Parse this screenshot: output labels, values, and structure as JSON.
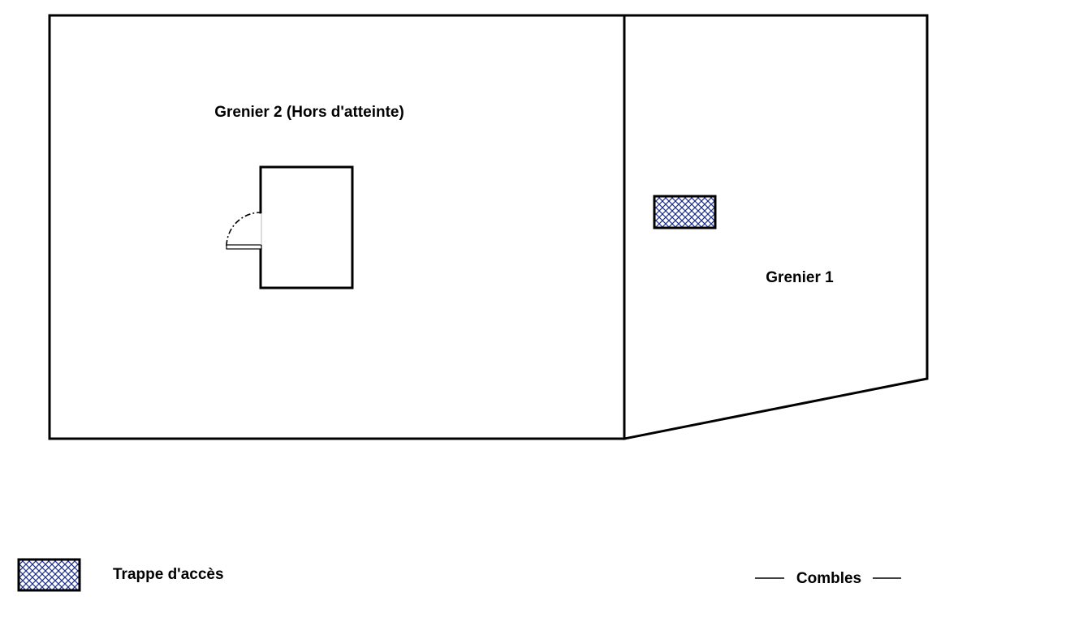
{
  "rooms": {
    "attic_2": {
      "label": "Grenier 2 (Hors d'atteinte)"
    },
    "attic_1": {
      "label": "Grenier 1"
    }
  },
  "legend": {
    "access_hatch": {
      "label": "Trappe d'accès"
    }
  },
  "footer": {
    "floor_name": "Combles"
  },
  "colors": {
    "line": "#000000",
    "hatch": "#1c2f8a",
    "background": "#ffffff"
  },
  "icons": {
    "hatch_symbol": "cross-hatch-rectangle",
    "door_symbol": "door-swing-arc"
  }
}
